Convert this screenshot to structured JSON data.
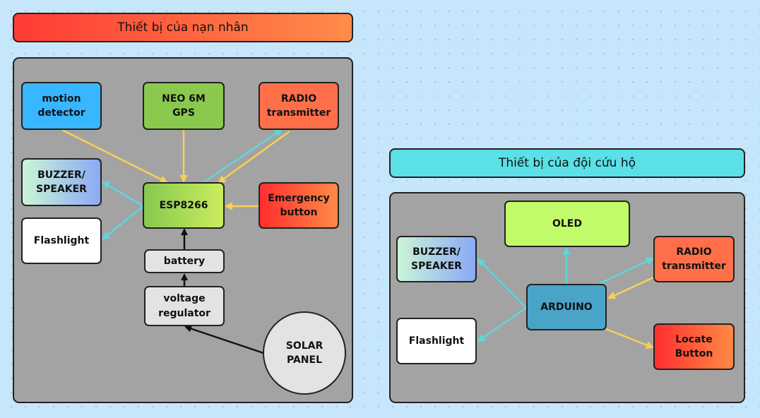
{
  "victim": {
    "title": "Thiết bị của nạn nhân",
    "motion": [
      "motion",
      "detector"
    ],
    "gps": [
      "NEO 6M",
      "GPS"
    ],
    "radio": [
      "RADIO",
      "transmitter"
    ],
    "buzzer": [
      "BUZZER/",
      "SPEAKER"
    ],
    "esp": "ESP8266",
    "emergency": [
      "Emergency",
      "button"
    ],
    "flashlight": "Flashlight",
    "battery": "battery",
    "regulator": [
      "voltage",
      "regulator"
    ],
    "solar": [
      "SOLAR",
      "PANEL"
    ]
  },
  "rescue": {
    "title": "Thiết bị của đội cứu hộ",
    "oled": "OLED",
    "buzzer": [
      "BUZZER/",
      "SPEAKER"
    ],
    "radio": [
      "RADIO",
      "transmitter"
    ],
    "arduino": "ARDUINO",
    "flashlight": "Flashlight",
    "locate": [
      "Locate",
      "Button"
    ]
  },
  "colors": {
    "yellow_arrow": "#f6d155",
    "cyan_arrow": "#5fd6de",
    "black_arrow": "#111111",
    "victim_header": "#ff4d3a",
    "rescue_header": "#5ae0e6"
  }
}
